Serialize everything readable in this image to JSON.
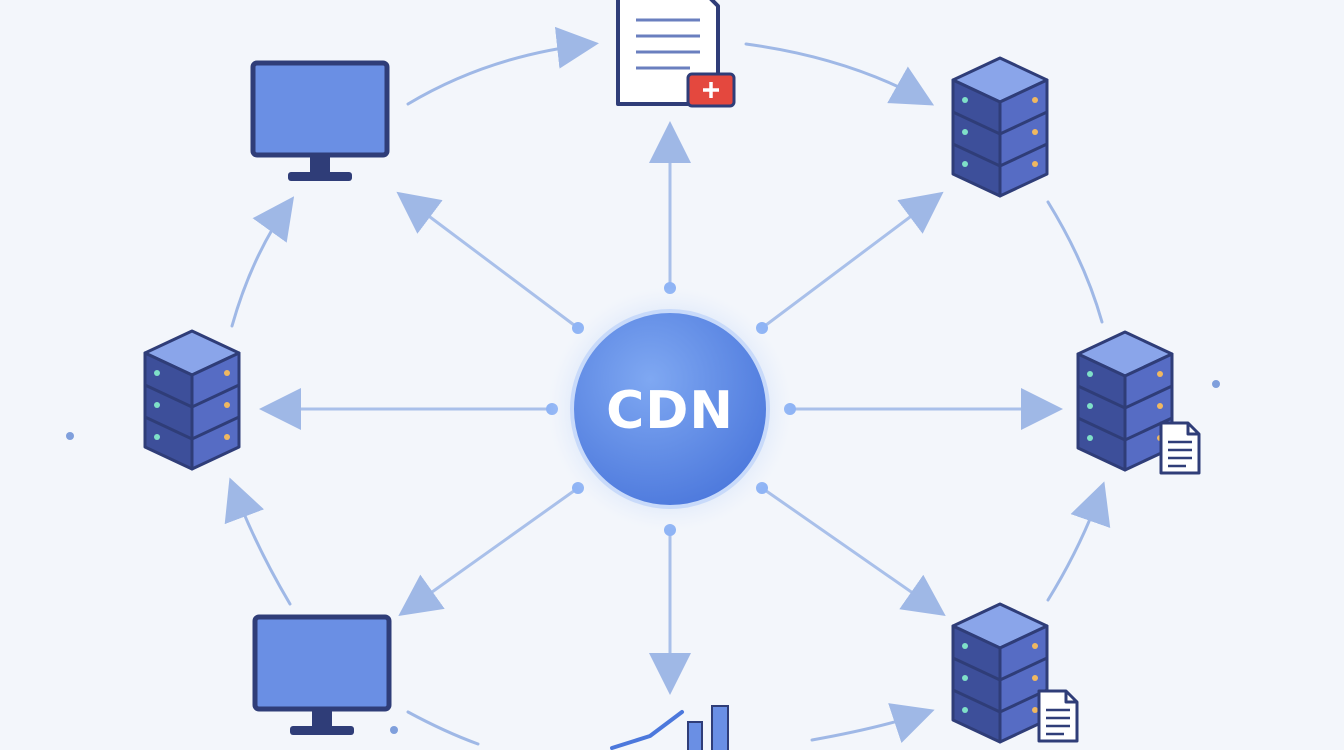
{
  "hub": {
    "label": "CDN"
  },
  "colors": {
    "background": "#f3f6fb",
    "hub_fill": "#5b8be8",
    "hub_glow": "#8fb4f5",
    "connector": "#9fb8e6",
    "device_fill": "#6a8fe4",
    "device_outline": "#2f3d78",
    "server_top": "#8aa5ea",
    "server_side": "#3d4f9a",
    "server_front": "#566cc4",
    "led_green": "#7fe0c8",
    "led_amber": "#f0b860",
    "document_fill": "#ffffff",
    "document_badge": "#e4483e"
  },
  "nodes": [
    {
      "name": "monitor-top-left",
      "icon": "monitor-icon"
    },
    {
      "name": "document-top",
      "icon": "document-add-icon"
    },
    {
      "name": "server-top-right",
      "icon": "server-icon"
    },
    {
      "name": "server-left",
      "icon": "server-icon"
    },
    {
      "name": "server-right",
      "icon": "server-with-document-icon"
    },
    {
      "name": "monitor-bottom-left",
      "icon": "monitor-icon"
    },
    {
      "name": "chart-bottom",
      "icon": "bar-chart-icon"
    },
    {
      "name": "server-bottom-right",
      "icon": "server-with-document-icon"
    }
  ]
}
